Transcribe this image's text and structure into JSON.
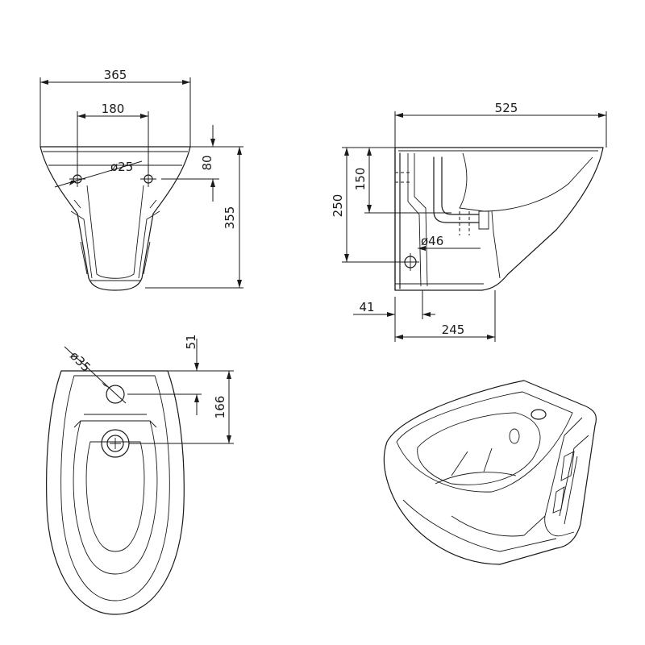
{
  "views": {
    "front": {
      "overall_width": "365",
      "fixing_spacing": "180",
      "fixing_hole_diameter": "ø25",
      "fixing_height": "80",
      "overall_height": "355"
    },
    "side": {
      "overall_depth": "525",
      "height_150": "150",
      "height_250": "250",
      "outlet_diameter": "ø46",
      "dim_41": "41",
      "dim_245": "245"
    },
    "top": {
      "tap_hole_diameter": "ø35",
      "dim_51": "51",
      "dim_166": "166"
    }
  },
  "colors": {
    "line": "#1a1a1a",
    "background": "#ffffff"
  }
}
